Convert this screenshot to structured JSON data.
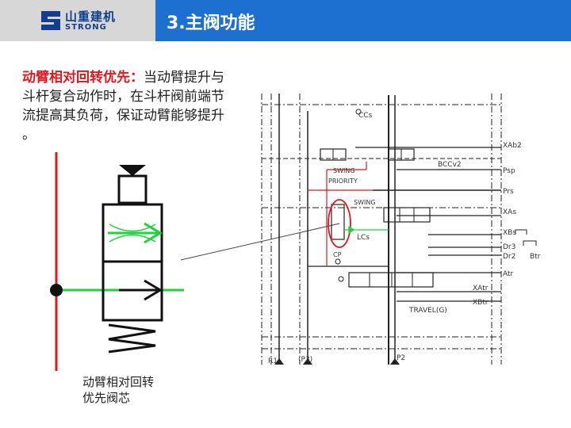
{
  "header": {
    "logo_cn": "山重建机",
    "logo_en": "STRONG",
    "title": "3.主阀功能"
  },
  "description": {
    "highlight": "动臂相对回转优先：",
    "body": "当动臂提升与斗杆复合动作时，在斗杆阀前端节流提高其负荷，保证动臂能够提升 。"
  },
  "caption": {
    "line1": "动臂相对回转",
    "line2": "优先阀芯"
  },
  "schematic_labels": {
    "ccs": "CCs",
    "xab2": "XAb2",
    "bcc": "BCCv2",
    "psp": "Psp",
    "swing_priority_1": "SWING",
    "swing_priority_2": "PRIORITY",
    "prs": "Prs",
    "swing": "SWING",
    "xas": "XAs",
    "lcs": "LCs",
    "xbs": "XBs",
    "dr3": "Dr3",
    "dr2": "Dr2",
    "btr": "Btr",
    "cp": "CP",
    "atr": "Atr",
    "xatr": "XAtr",
    "xbtr": "XBtr",
    "travel": "TRAVEL(G)",
    "r1": "R1",
    "p3": "(P3)",
    "p2": "P2"
  }
}
